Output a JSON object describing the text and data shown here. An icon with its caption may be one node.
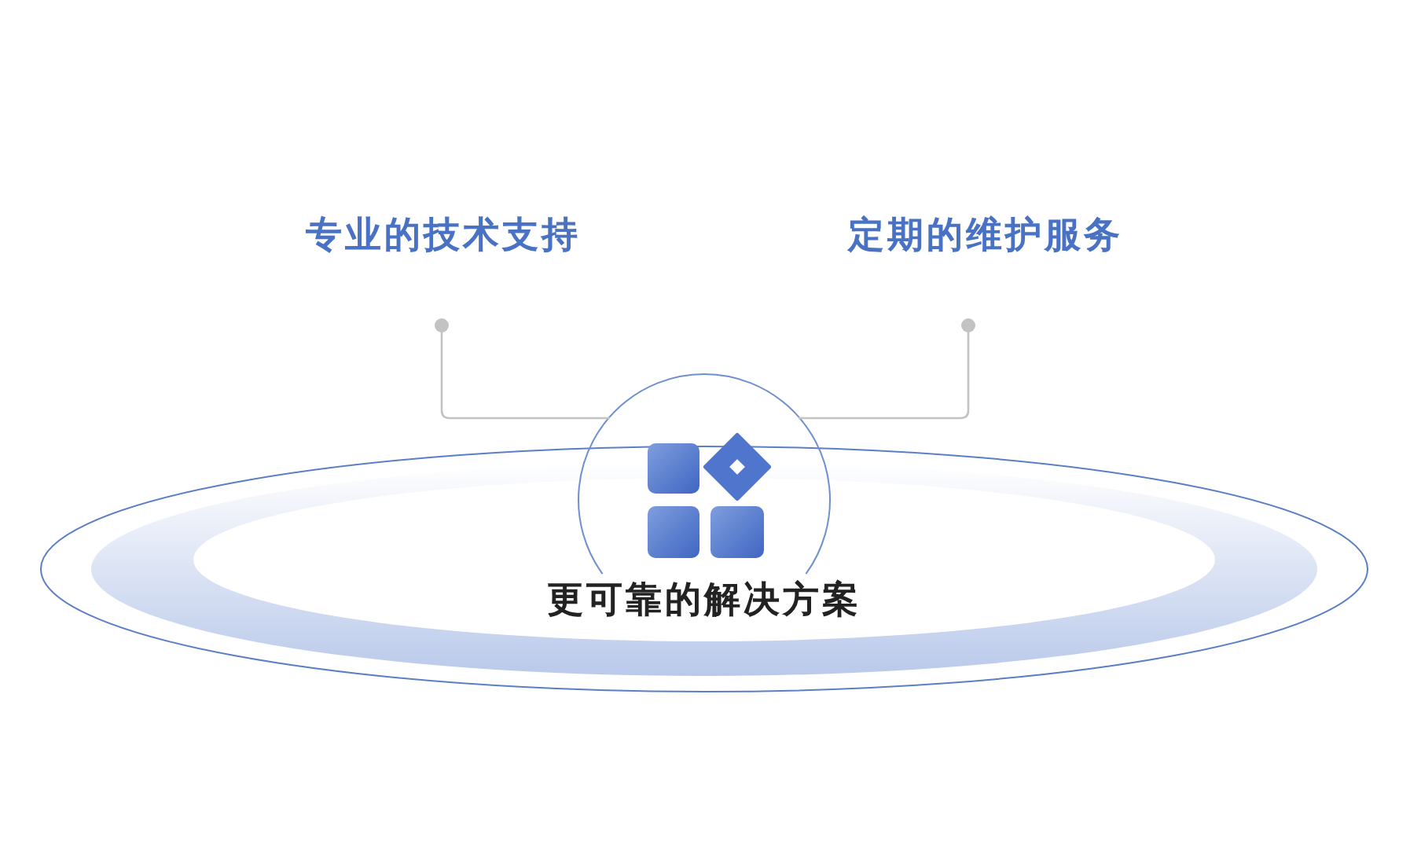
{
  "diagram": {
    "nodes": [
      {
        "text": [
          "专业的技术支持"
        ]
      },
      {
        "text": [
          "定期的维护服务"
        ]
      },
      {
        "text": [
          "更可靠的解决方案"
        ]
      }
    ],
    "edges": [
      {
        "from": 0,
        "to": 2,
        "arrow": "other"
      },
      {
        "from": 1,
        "to": 2,
        "arrow": "other"
      }
    ]
  }
}
